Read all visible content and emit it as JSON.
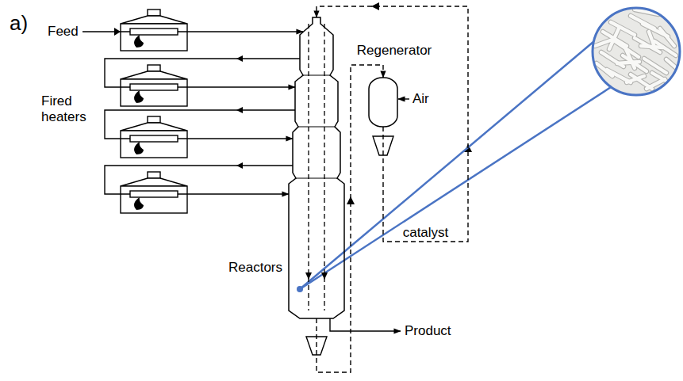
{
  "diagram": {
    "nodes": [
      {
        "text": [
          "Reactors"
        ]
      },
      {
        "text": [
          "Regenerator"
        ]
      }
    ],
    "edges": [
      {
        "from": 0,
        "to": 1,
        "arrow": "to"
      },
      {
        "from": 1,
        "to": 0,
        "label": "catalyst",
        "arrow": "to"
      }
    ],
    "labels": [
      "a)",
      "Feed",
      "Fired heaters",
      "Air",
      "Product"
    ]
  }
}
